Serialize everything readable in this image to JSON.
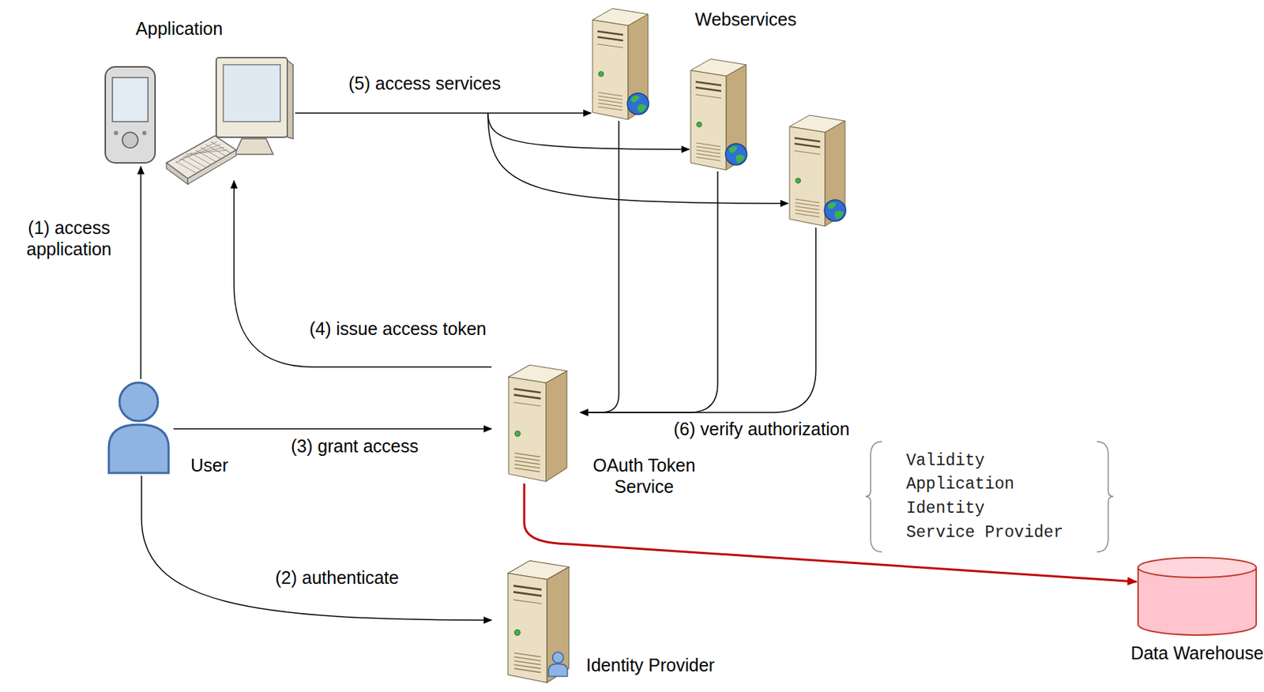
{
  "diagram": {
    "nodes": [
      {
        "text": [
          "Application"
        ]
      },
      {
        "text": [
          "Webservices"
        ]
      },
      {
        "text": [
          "User"
        ]
      },
      {
        "text": [
          "OAuth Token Service"
        ]
      },
      {
        "text": [
          "Identity Provider"
        ]
      },
      {
        "text": [
          "Data Warehouse"
        ]
      }
    ],
    "edges": [
      {
        "from": 2,
        "to": 0,
        "arrow": "to",
        "label": "(1) access application"
      },
      {
        "from": 2,
        "to": 4,
        "arrow": "to",
        "label": "(2) authenticate"
      },
      {
        "from": 2,
        "to": 3,
        "arrow": "to",
        "label": "(3) grant access"
      },
      {
        "from": 3,
        "to": 0,
        "arrow": "to",
        "label": "(4) issue access token"
      },
      {
        "from": 0,
        "to": 1,
        "arrow": "to",
        "label": "(5) access services"
      },
      {
        "from": 1,
        "to": 3,
        "arrow": "to",
        "label": "(6) verify authorization"
      },
      {
        "from": 3,
        "to": 5,
        "arrow": "to"
      }
    ],
    "labels": [
      "Validity",
      "Application",
      "Identity",
      "Service Provider"
    ]
  }
}
